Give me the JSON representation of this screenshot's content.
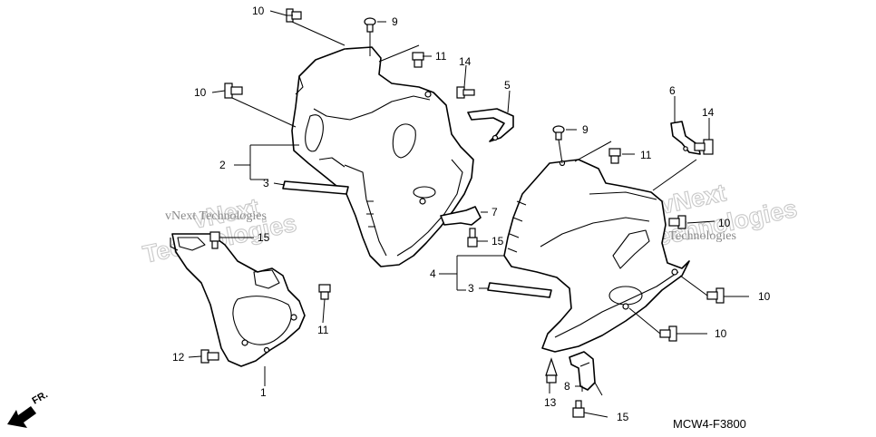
{
  "diagram": {
    "code": "MCW4-F3800",
    "front_marker": "FR.",
    "watermarks": [
      {
        "big_line1": "vNext",
        "big_line2": "Technologies",
        "small": "vNext Technologies"
      },
      {
        "big_line1": "vNext",
        "big_line2": "Technologies",
        "small": "vNext Technologies"
      }
    ],
    "callouts": [
      "1",
      "2",
      "3",
      "3",
      "4",
      "5",
      "6",
      "7",
      "8",
      "9",
      "9",
      "10",
      "10",
      "10",
      "10",
      "10",
      "11",
      "11",
      "11",
      "12",
      "13",
      "14",
      "14",
      "15",
      "15",
      "15"
    ]
  }
}
